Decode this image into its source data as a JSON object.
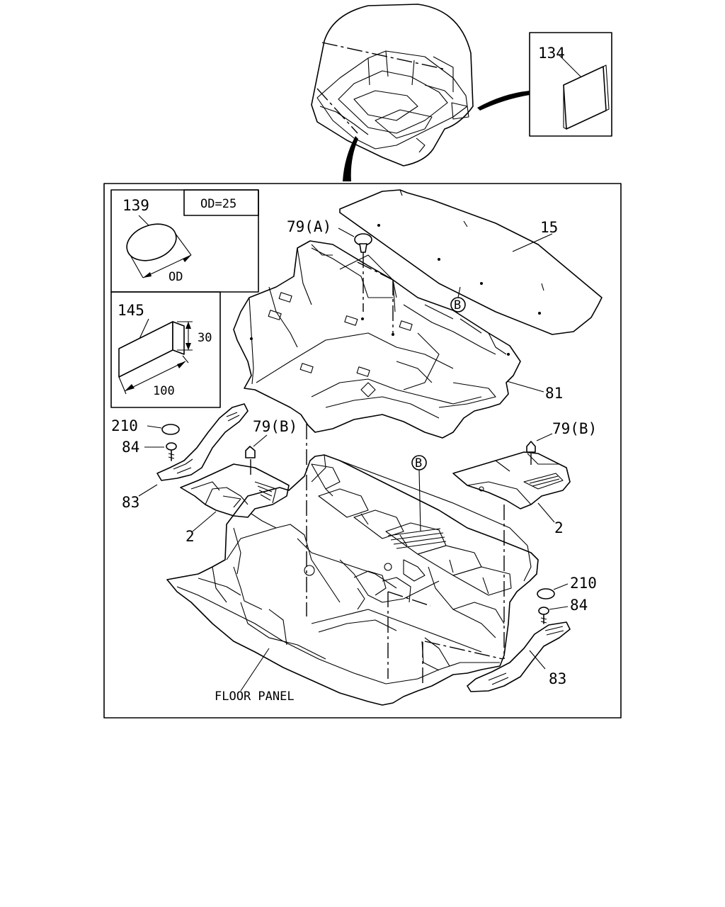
{
  "labels": {
    "p134": "134",
    "p139": "139",
    "od25": "OD=25",
    "od": "OD",
    "p145": "145",
    "dim30": "30",
    "dim100": "100",
    "p79a": "79(A)",
    "p15": "15",
    "circB": "B",
    "p81": "81",
    "p210_left": "210",
    "p84_left": "84",
    "p83_left": "83",
    "p79b_left": "79(B)",
    "p2_left": "2",
    "p79b_right": "79(B)",
    "p2_right": "2",
    "p210_right": "210",
    "p84_right": "84",
    "p83_right": "83",
    "floor_panel": "FLOOR PANEL"
  }
}
